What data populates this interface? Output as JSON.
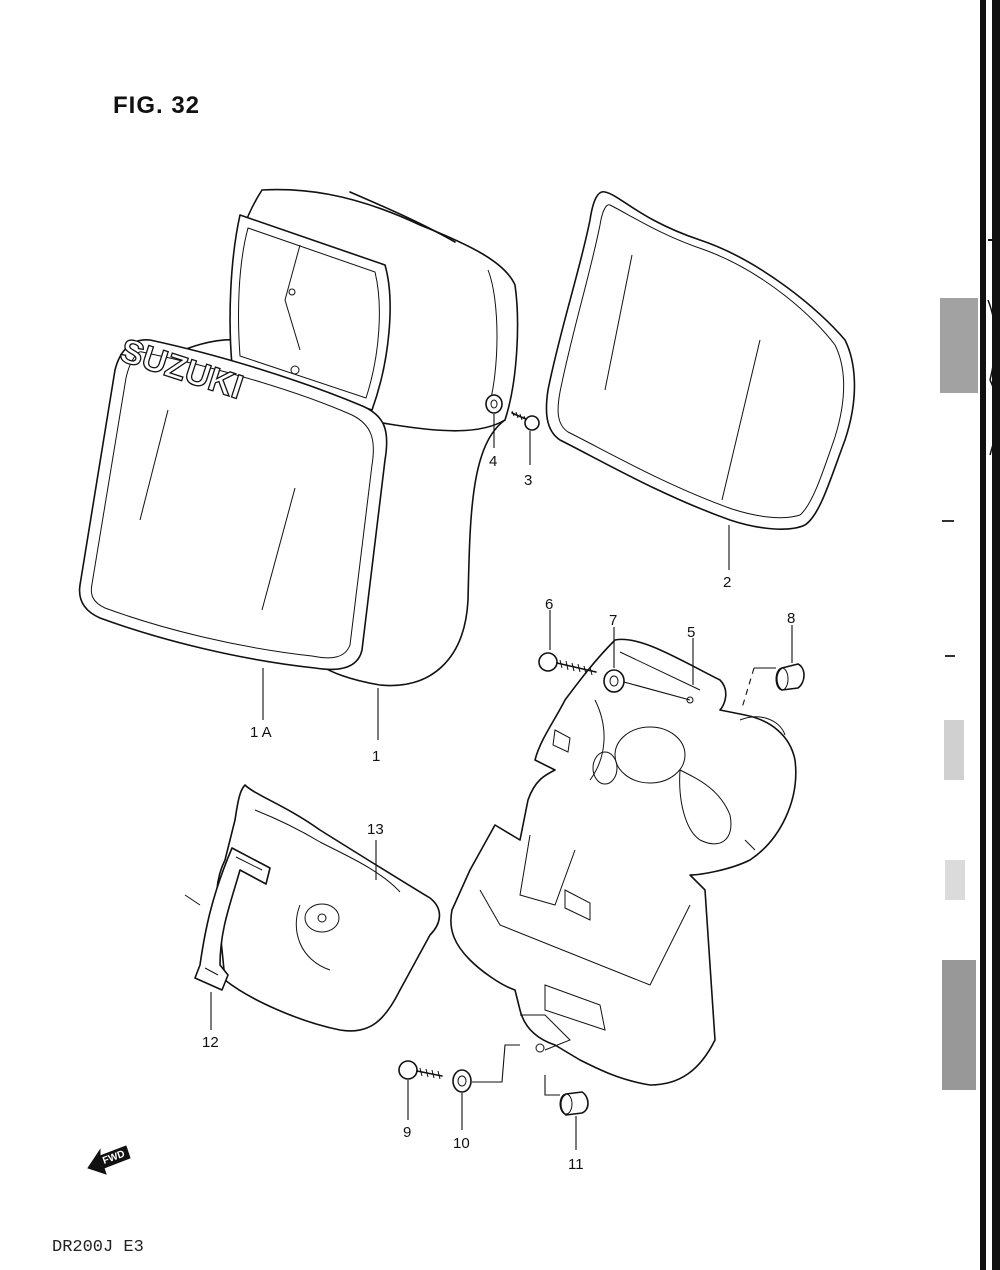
{
  "figure": {
    "title": "FIG. 32",
    "model_code": "DR200J  E3",
    "fwd_arrow_label": "FWD",
    "logo_text": "SUZUKI"
  },
  "callouts": {
    "p1A": "1 A",
    "p1": "1",
    "p2": "2",
    "p3": "3",
    "p4": "4",
    "p5": "5",
    "p6": "6",
    "p7": "7",
    "p8": "8",
    "p9": "9",
    "p10": "10",
    "p11": "11",
    "p12": "12",
    "p13": "13"
  },
  "colors": {
    "ink": "#111111",
    "paper": "#ffffff"
  }
}
